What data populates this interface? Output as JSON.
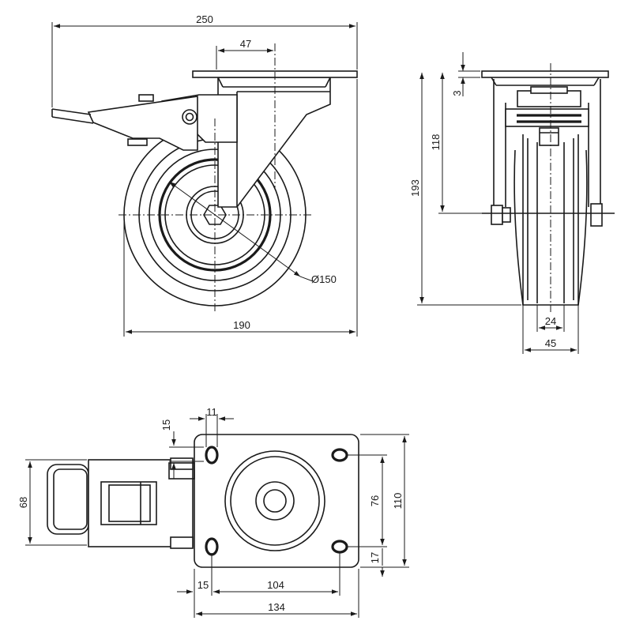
{
  "dimensions": {
    "overall_length": "250",
    "plate_offset": "47",
    "swivel_width": "190",
    "wheel_diameter": "Ø150",
    "plate_thickness": "3",
    "axle_height": "118",
    "total_height": "193",
    "wheel_width": "24",
    "fork_width": "45",
    "hole_dia": "11",
    "hole_edge_top": "15",
    "brake_width": "68",
    "hole_spacing_y": "76",
    "plate_width_y": "110",
    "hole_edge_side": "17",
    "hole_edge_left": "15",
    "hole_spacing_x": "104",
    "plate_length_x": "134"
  },
  "colors": {
    "line": "#1a1a1a",
    "background": "#ffffff"
  }
}
